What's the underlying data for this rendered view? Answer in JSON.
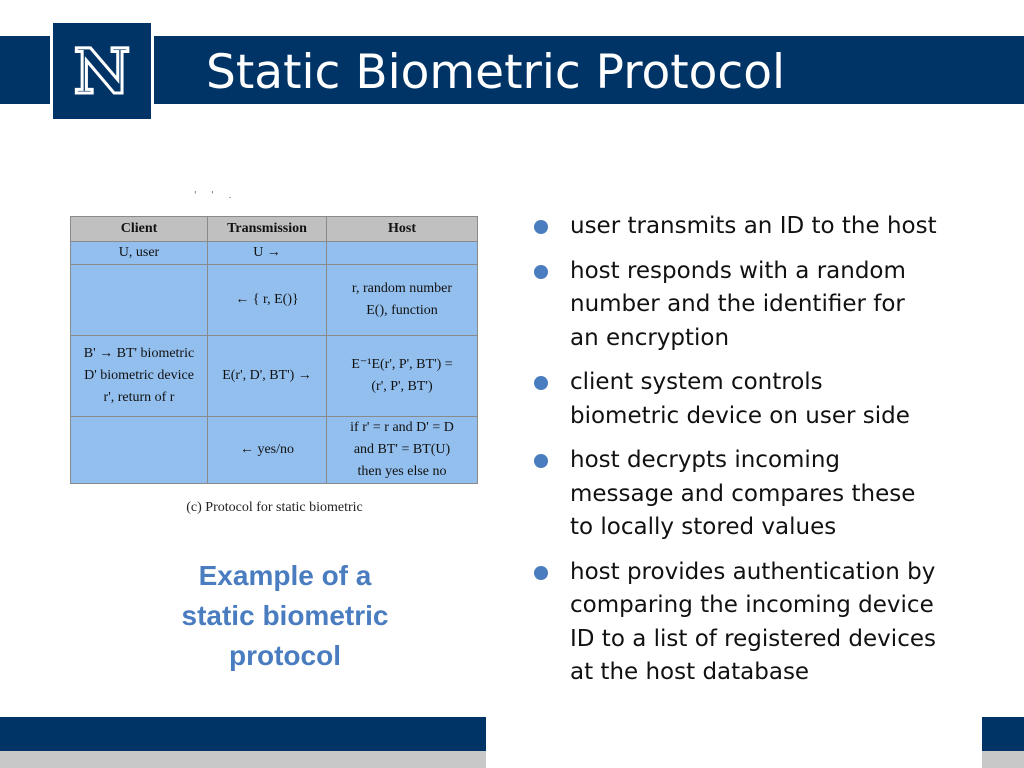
{
  "slide": {
    "title": "Static Biometric Protocol",
    "logo_text": "N",
    "colors": {
      "navy": "#003366",
      "accent_blue": "#4a7cc0",
      "table_cell": "#93bfee",
      "table_header": "#c0c0c0",
      "footer_gray": "#c8c8c8"
    }
  },
  "figure": {
    "stray_marks": "' ' .",
    "table": {
      "headers": [
        "Client",
        "Transmission",
        "Host"
      ],
      "rows": [
        {
          "client": [
            "U, user"
          ],
          "transmission": [
            "U →"
          ],
          "host": [
            ""
          ]
        },
        {
          "client": [
            ""
          ],
          "transmission": [
            "← { r, E()}"
          ],
          "host": [
            "r, random number",
            "E(), function"
          ]
        },
        {
          "client": [
            "B' → BT' biometric",
            "D' biometric device",
            "r', return of r"
          ],
          "transmission": [
            "E(r', D', BT') →"
          ],
          "host": [
            "E⁻¹E(r', P', BT') =",
            "(r', P', BT')"
          ]
        },
        {
          "client": [
            ""
          ],
          "transmission": [
            "← yes/no"
          ],
          "host": [
            "if r' = r and D' = D",
            "and BT' = BT(U)",
            "then yes else no"
          ]
        }
      ]
    },
    "caption": "(c) Protocol for static biometric"
  },
  "example_caption": [
    "Example of a",
    "static biometric",
    "protocol"
  ],
  "bullets": [
    [
      "user transmits an ID to the host"
    ],
    [
      "host responds with a random",
      "number and the identifier for",
      "an encryption"
    ],
    [
      "client system controls",
      "biometric device on user side"
    ],
    [
      "host decrypts incoming",
      "message and compares these",
      "to locally stored values"
    ],
    [
      "host provides authentication by",
      "comparing the incoming device",
      "ID to a list of registered devices",
      "at the host database"
    ]
  ]
}
